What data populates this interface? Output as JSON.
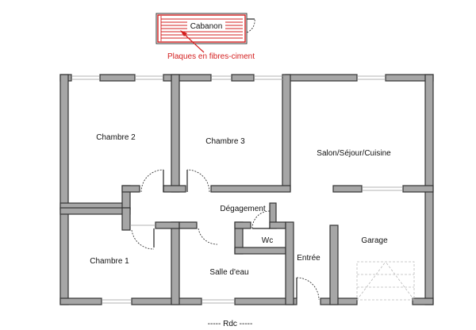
{
  "title_caption": "-----  Rdc  -----",
  "annex": {
    "name": "Cabanon",
    "material_note": "Plaques en fibres-ciment",
    "accent_color": "#d42020"
  },
  "rooms": {
    "chambre2": "Chambre 2",
    "chambre3": "Chambre 3",
    "salon": "Salon/Séjour/Cuisine",
    "degagement": "Dégagement",
    "chambre1": "Chambre 1",
    "wc": "Wc",
    "salle_eau": "Salle d'eau",
    "entree": "Entrée",
    "garage": "Garage"
  },
  "colors": {
    "wall_fill": "#a6a6a6",
    "wall_stroke": "#333333"
  }
}
